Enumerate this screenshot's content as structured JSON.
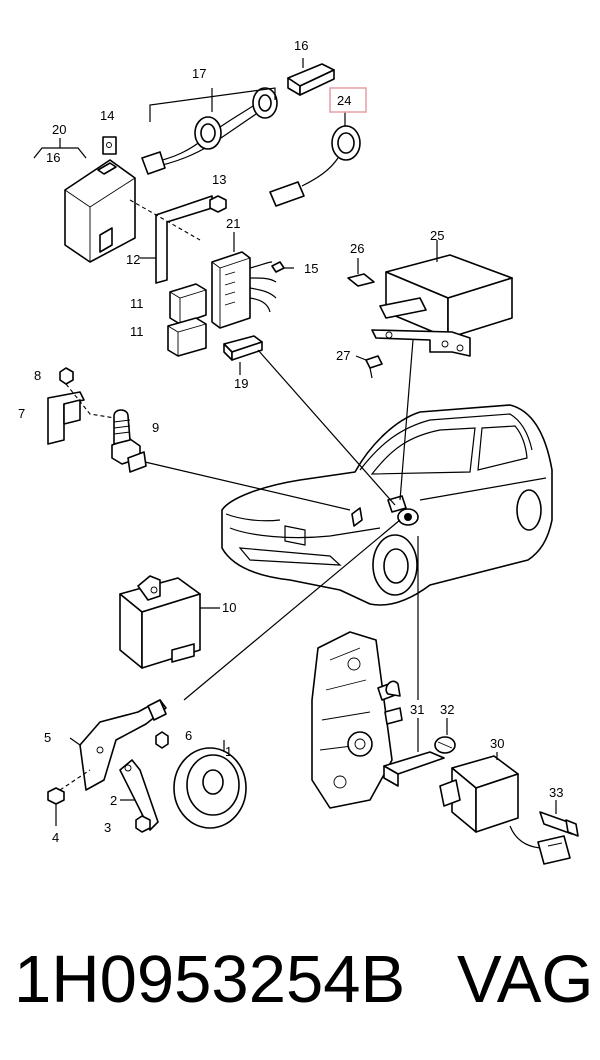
{
  "callouts": {
    "n1": "1",
    "n2": "2",
    "n3": "3",
    "n4": "4",
    "n5": "5",
    "n6": "6",
    "n7": "7",
    "n8": "8",
    "n9": "9",
    "n10": "10",
    "n11a": "11",
    "n11b": "11",
    "n12": "12",
    "n13": "13",
    "n14": "14",
    "n15": "15",
    "n16a": "16",
    "n16b": "16",
    "n17": "17",
    "n19": "19",
    "n20": "20",
    "n21": "21",
    "n24": "24",
    "n25": "25",
    "n26": "26",
    "n27": "27",
    "n30": "30",
    "n31": "31",
    "n32": "32",
    "n33": "33"
  },
  "highlight": {
    "callout": "24",
    "box_color": "#e8a3ab",
    "text_color": "#b3475a"
  },
  "footer": {
    "part_number": "1H0953254B",
    "brand": "VAG"
  }
}
